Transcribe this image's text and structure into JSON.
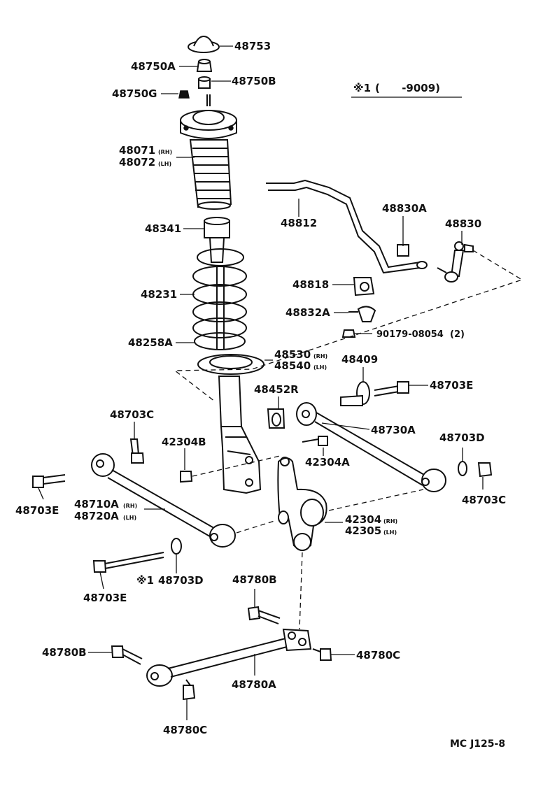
{
  "callouts": {
    "p48753": "48753",
    "p48750A": "48750A",
    "p48750B": "48750B",
    "p48750G": "48750G",
    "p48071": "48071",
    "p48071_sub": "(RH)",
    "p48072": "48072",
    "p48072_sub": "(LH)",
    "p48341": "48341",
    "p48231": "48231",
    "p48258A": "48258A",
    "p48530": "48530",
    "p48530_sub": "(RH)",
    "p48540": "48540",
    "p48540_sub": "(LH)",
    "p48812": "48812",
    "p48830A": "48830A",
    "p48830": "48830",
    "p48818": "48818",
    "p48832A": "48832A",
    "p90179": "90179-08054",
    "p90179_qty": "(2)",
    "p48409": "48409",
    "p48703E_a": "48703E",
    "p48452R": "48452R",
    "p48730A": "48730A",
    "p48703C_a": "48703C",
    "p42304B": "42304B",
    "p42304A": "42304A",
    "p48703D_a": "48703D",
    "p48703C_b": "48703C",
    "p48703E_b": "48703E",
    "p48710A": "48710A",
    "p48710A_sub": "(RH)",
    "p48720A": "48720A",
    "p48720A_sub": "(LH)",
    "p42304": "42304",
    "p42304_sub": "(RH)",
    "p42305": "42305",
    "p42305_sub": "(LH)",
    "p48703D_b": "48703D",
    "p48703D_b_mark": "※1",
    "p48703E_c": "48703E",
    "p48780B_a": "48780B",
    "p48780B_b": "48780B",
    "p48780C_a": "48780C",
    "p48780A": "48780A",
    "p48780C_b": "48780C"
  },
  "note": {
    "mark": "※1",
    "text": "(      -9009)"
  },
  "figure_code": "MC J125-8"
}
